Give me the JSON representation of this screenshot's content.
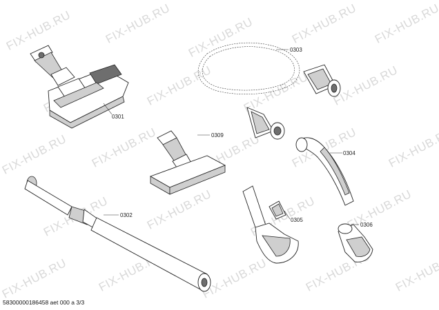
{
  "watermark": {
    "text": "FIX-HUB.RU"
  },
  "parts": [
    {
      "number": "0301"
    },
    {
      "number": "0302"
    },
    {
      "number": "0303"
    },
    {
      "number": "0304"
    },
    {
      "number": "0305"
    },
    {
      "number": "0306"
    },
    {
      "number": "0309"
    }
  ],
  "footer": {
    "text": "58300000186458 aet 000 a 3/3"
  }
}
